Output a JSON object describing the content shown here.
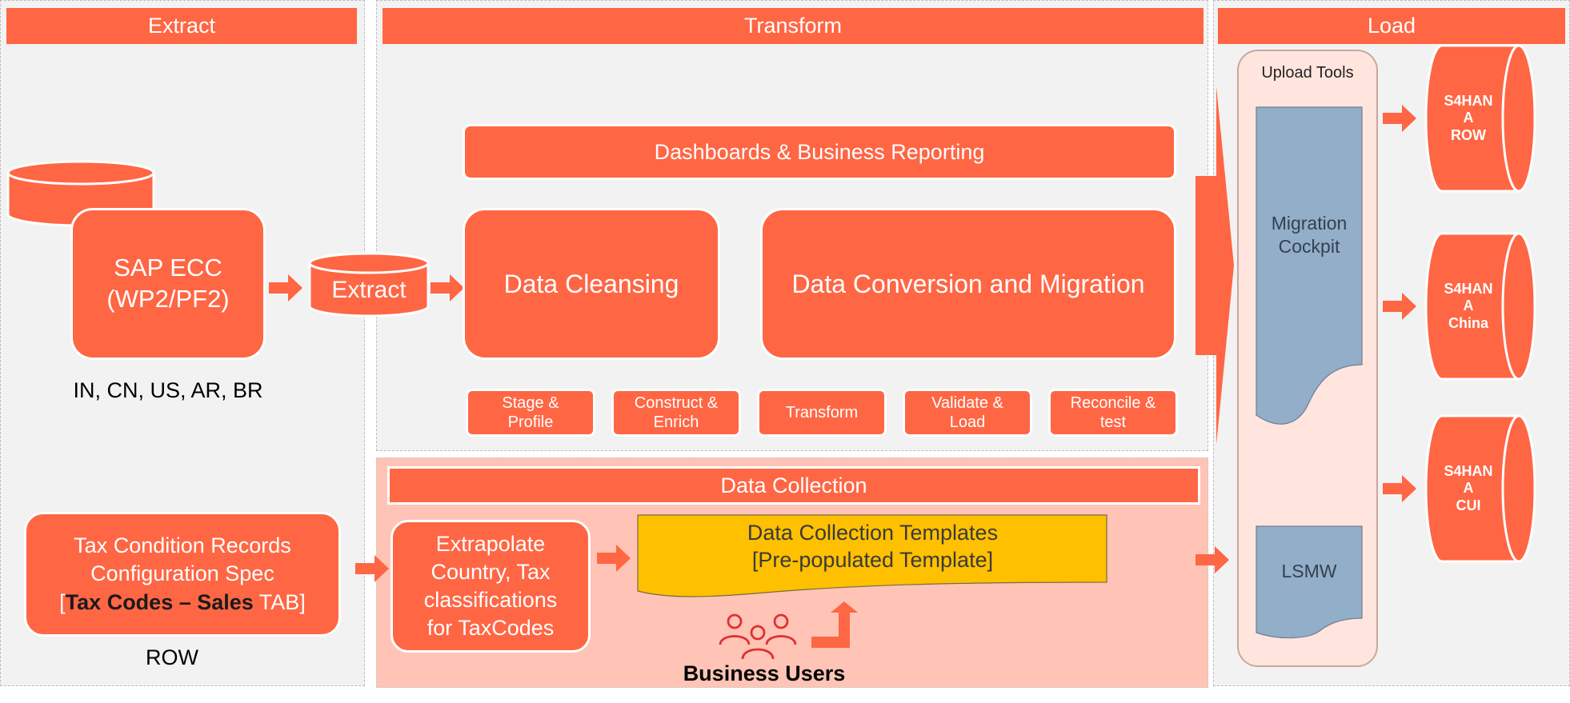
{
  "colors": {
    "orange": "#ff6644",
    "panel": "#f2f2f2",
    "pink": "#ffc4b6",
    "yellow": "#ffc000",
    "steel": "#93aec9",
    "pinkLight": "#ffe5de"
  },
  "extract": {
    "header": "Extract",
    "sap_line1": "SAP ECC",
    "sap_line2": "(WP2/PF2)",
    "extract_cyl": "Extract",
    "countries": "IN, CN, US, AR, BR",
    "tax_line1": "Tax Condition Records",
    "tax_line2": "Configuration Spec",
    "tax_line3_bracket_open": "[",
    "tax_line3_bold": "Tax Codes – Sales",
    "tax_line3_rest": " TAB]",
    "row_label": "ROW"
  },
  "transform": {
    "header": "Transform",
    "dashboards": "Dashboards & Business Reporting",
    "cleansing": "Data Cleansing",
    "conversion": "Data Conversion and Migration",
    "steps": [
      {
        "line1": "Stage &",
        "line2": "Profile"
      },
      {
        "line1": "Construct &",
        "line2": "Enrich"
      },
      {
        "line1": "Transform",
        "line2": ""
      },
      {
        "line1": "Validate &",
        "line2": "Load"
      },
      {
        "line1": "Reconcile &",
        "line2": "test"
      }
    ]
  },
  "collection": {
    "header": "Data Collection",
    "extrapolate": [
      "Extrapolate",
      "Country, Tax",
      "classifications",
      "for TaxCodes"
    ],
    "templates_line1": "Data Collection Templates",
    "templates_line2": "[Pre-populated Template]",
    "business_users": "Business Users",
    "users_icon": "people-group-icon"
  },
  "load": {
    "header": "Load",
    "upload_tools": "Upload Tools",
    "cockpit_line1": "Migration",
    "cockpit_line2": "Cockpit",
    "lsmw": "LSMW",
    "targets": [
      {
        "l1": "S4HAN",
        "l2": "A",
        "l3": "ROW"
      },
      {
        "l1": "S4HAN",
        "l2": "A",
        "l3": "China"
      },
      {
        "l1": "S4HAN",
        "l2": "A",
        "l3": "CUI"
      }
    ]
  }
}
